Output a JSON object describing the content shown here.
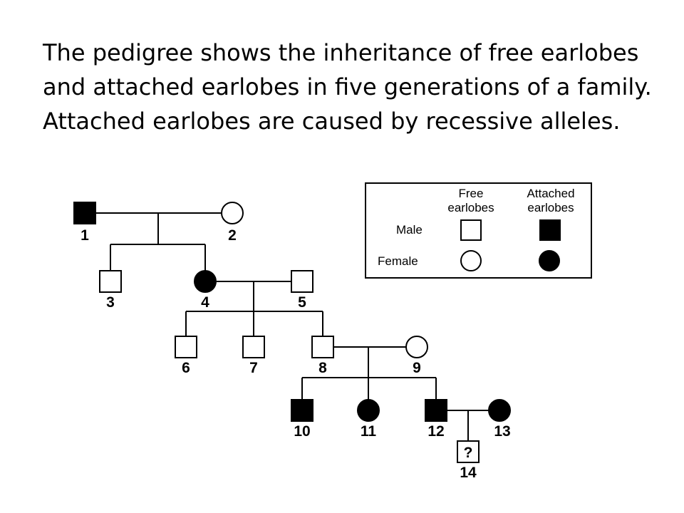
{
  "question": {
    "text": "The pedigree shows the inheritance of free earlobes and attached earlobes in five generations of a family. Attached earlobes are caused by recessive alleles."
  },
  "key": {
    "free_line1": "Free",
    "free_line2": "earlobes",
    "attached_line1": "Attached",
    "attached_line2": "earlobes",
    "male": "Male",
    "female": "Female"
  },
  "individuals": [
    {
      "id": "1",
      "label": "1",
      "sex": "male",
      "attached": true
    },
    {
      "id": "2",
      "label": "2",
      "sex": "female",
      "attached": false
    },
    {
      "id": "3",
      "label": "3",
      "sex": "male",
      "attached": false
    },
    {
      "id": "4",
      "label": "4",
      "sex": "female",
      "attached": true
    },
    {
      "id": "5",
      "label": "5",
      "sex": "male",
      "attached": false
    },
    {
      "id": "6",
      "label": "6",
      "sex": "male",
      "attached": false
    },
    {
      "id": "7",
      "label": "7",
      "sex": "male",
      "attached": false
    },
    {
      "id": "8",
      "label": "8",
      "sex": "male",
      "attached": false
    },
    {
      "id": "9",
      "label": "9",
      "sex": "female",
      "attached": false
    },
    {
      "id": "10",
      "label": "10",
      "sex": "male",
      "attached": true
    },
    {
      "id": "11",
      "label": "11",
      "sex": "female",
      "attached": true
    },
    {
      "id": "12",
      "label": "12",
      "sex": "male",
      "attached": true
    },
    {
      "id": "13",
      "label": "13",
      "sex": "female",
      "attached": true
    },
    {
      "id": "14",
      "label": "14",
      "sex": "male",
      "attached": null,
      "mark": "?"
    }
  ],
  "colors": {
    "ink": "#000000",
    "paper": "#ffffff"
  }
}
